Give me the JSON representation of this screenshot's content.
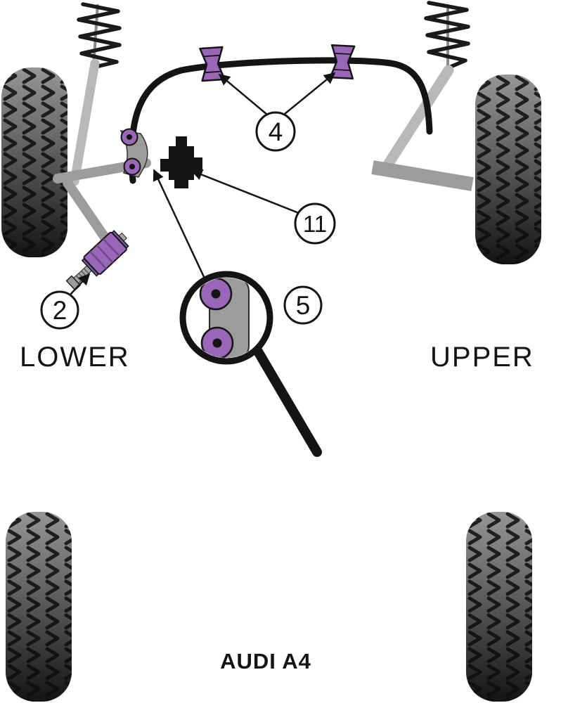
{
  "labels": {
    "lower": "LOWER",
    "upper": "UPPER",
    "model": "AUDI A4"
  },
  "callouts": {
    "c2": "2",
    "c4": "4",
    "c5": "5",
    "c11": "11"
  },
  "colors": {
    "bushing_purple": "#9A66B8",
    "bushing_purple_dark": "#6B4A86",
    "suspension_gray": "#9C9C9C",
    "strut_gray": "#B8B8B8",
    "line_black": "#141414",
    "background": "#FFFFFF"
  }
}
